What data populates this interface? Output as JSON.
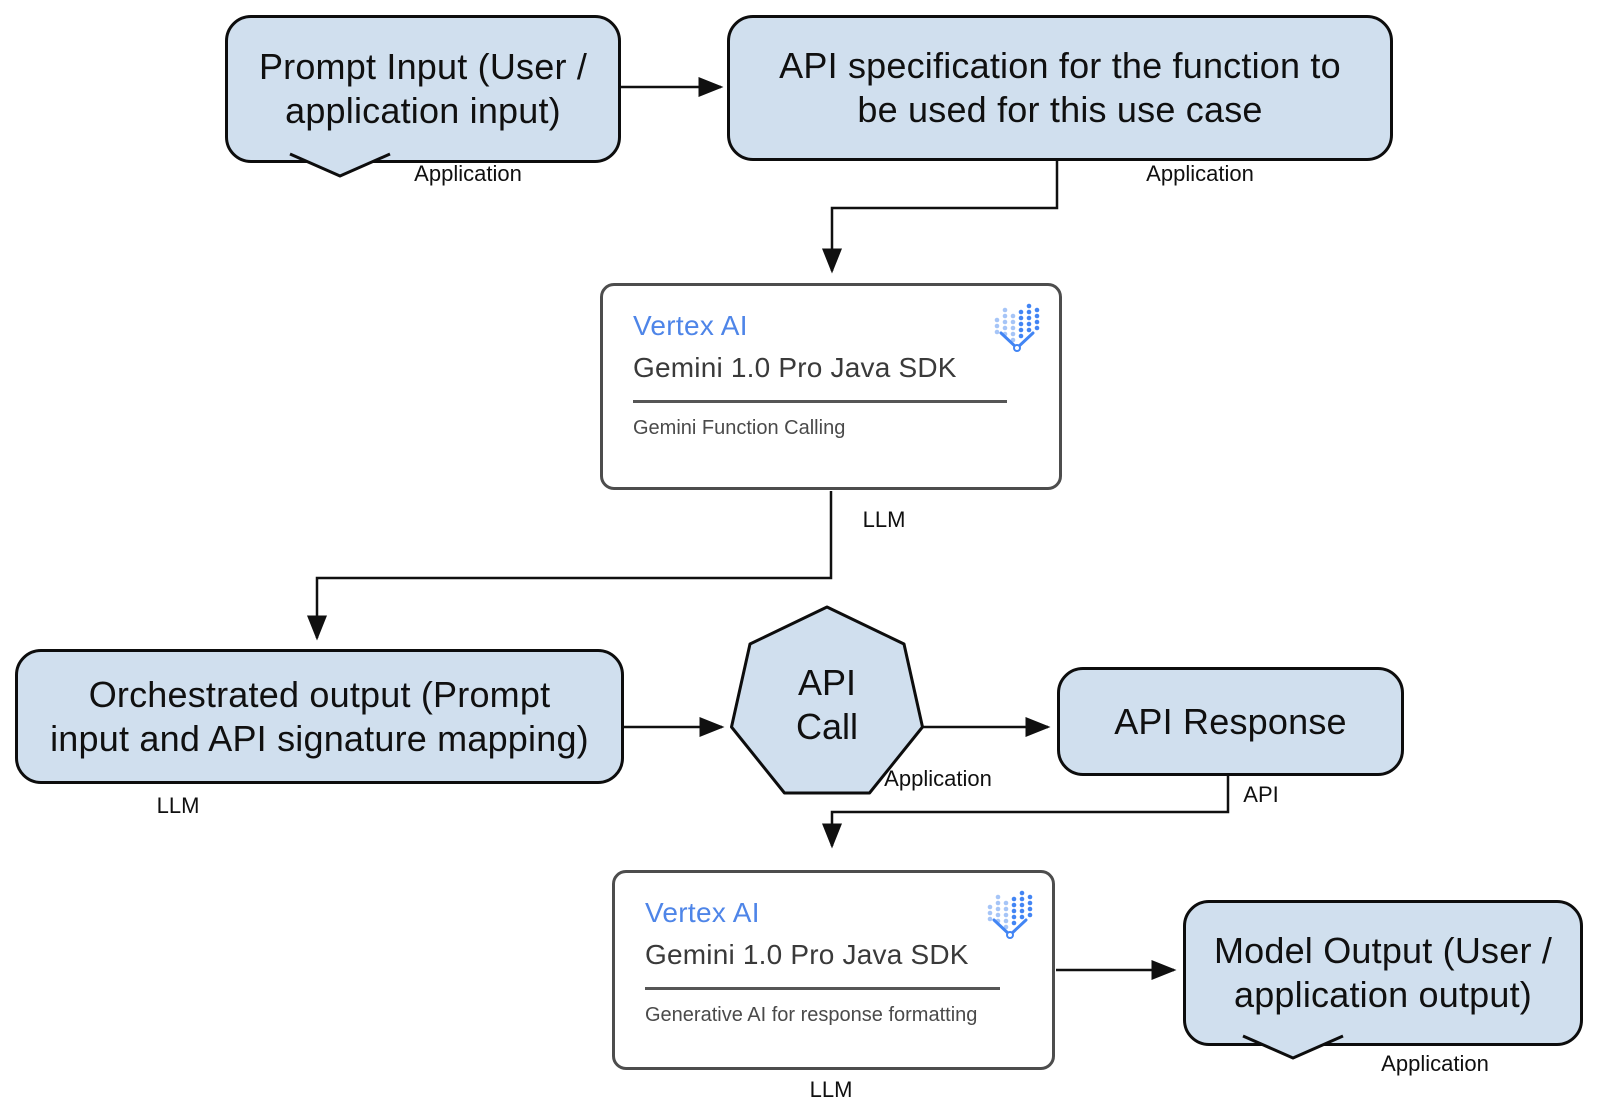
{
  "diagram": {
    "title_hint": "Gemini function calling flow",
    "colors": {
      "node_fill": "#d0dfee",
      "node_border": "#0d0d0d",
      "arrow": "#101010",
      "card_border": "#4d4d4d",
      "vertex_blue": "#4e85e8",
      "icon_blue": "#4285f4",
      "icon_light_blue": "#a6c5f7"
    },
    "nodes": {
      "prompt_input": {
        "text": "Prompt Input (User /\napplication input)",
        "tag": "Application"
      },
      "api_spec": {
        "text": "API specification for the function to\nbe used for this use case",
        "tag": "Application"
      },
      "orchestrated_output": {
        "text": "Orchestrated output (Prompt\ninput and API signature mapping)",
        "tag": "LLM"
      },
      "api_call": {
        "text": "API\nCall",
        "tag": "Application"
      },
      "api_response": {
        "text": "API Response",
        "tag": "API"
      },
      "model_output": {
        "text": "Model Output (User /\napplication output)",
        "tag": "Application"
      }
    },
    "cards": {
      "orchestrator": {
        "product": "Vertex AI",
        "sdk": "Gemini 1.0 Pro Java SDK",
        "caption": "Gemini Function Calling",
        "tag": "LLM",
        "icon": "vertex-ai-icon"
      },
      "formatter": {
        "product": "Vertex AI",
        "sdk": "Gemini 1.0 Pro Java SDK",
        "caption": "Generative AI for response formatting",
        "tag": "LLM",
        "icon": "vertex-ai-icon"
      }
    }
  }
}
